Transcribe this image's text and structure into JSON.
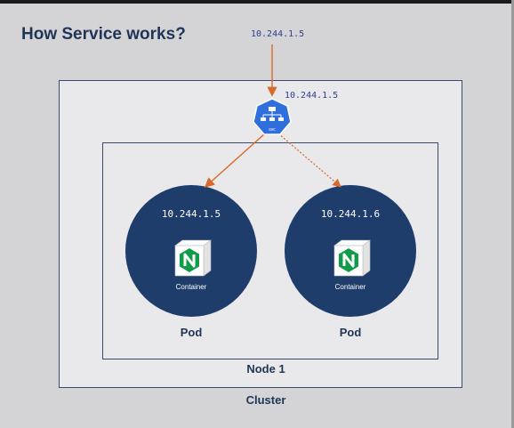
{
  "title": "How Service works?",
  "incoming_ip": "10.244.1.5",
  "service": {
    "ip": "10.244.1.5",
    "icon": "svc-icon",
    "label": "svc"
  },
  "pods": [
    {
      "ip": "10.244.1.5",
      "container_label": "Container",
      "label": "Pod"
    },
    {
      "ip": "10.244.1.6",
      "container_label": "Container",
      "label": "Pod"
    }
  ],
  "node_label": "Node 1",
  "cluster_label": "Cluster",
  "colors": {
    "pod_fill": "#1e3d6b",
    "svc_blue": "#2f6fdc",
    "arrow": "#d86a2a",
    "nginx_green": "#0f9b48",
    "text_dark": "#1f3556"
  }
}
